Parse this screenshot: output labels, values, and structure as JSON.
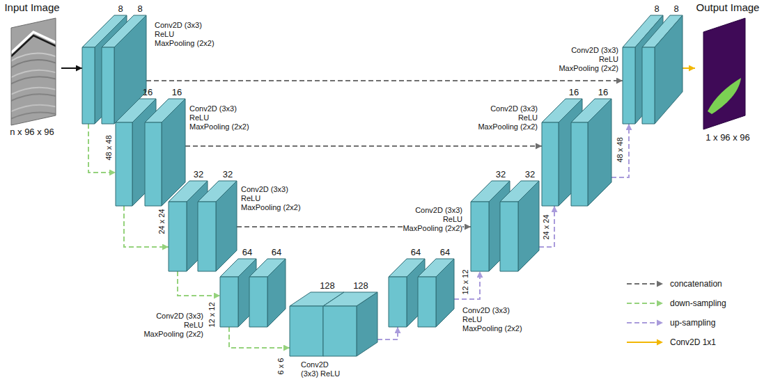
{
  "diagram": {
    "nodes": [
      {
        "text": [
          "Input Image",
          "n x 96 x 96"
        ]
      },
      {
        "text": [
          "8"
        ]
      },
      {
        "text": [
          "8"
        ]
      },
      {
        "text": [
          "16"
        ]
      },
      {
        "text": [
          "16"
        ]
      },
      {
        "text": [
          "32"
        ]
      },
      {
        "text": [
          "32"
        ]
      },
      {
        "text": [
          "64"
        ]
      },
      {
        "text": [
          "64"
        ]
      },
      {
        "text": [
          "128"
        ]
      },
      {
        "text": [
          "128"
        ]
      },
      {
        "text": [
          "64"
        ]
      },
      {
        "text": [
          "64"
        ]
      },
      {
        "text": [
          "32"
        ]
      },
      {
        "text": [
          "32"
        ]
      },
      {
        "text": [
          "16"
        ]
      },
      {
        "text": [
          "16"
        ]
      },
      {
        "text": [
          "8"
        ]
      },
      {
        "text": [
          "8"
        ]
      },
      {
        "text": [
          "Output Image",
          "1 x 96 x 96"
        ]
      }
    ],
    "edges": [
      {
        "from": 0,
        "to": 1,
        "arrow": "to"
      },
      {
        "from": 2,
        "to": 17,
        "arrow": "to"
      },
      {
        "from": 4,
        "to": 15,
        "arrow": "to"
      },
      {
        "from": 6,
        "to": 13,
        "arrow": "to"
      },
      {
        "from": 1,
        "to": 3,
        "arrow": "to"
      },
      {
        "from": 3,
        "to": 5,
        "arrow": "to"
      },
      {
        "from": 5,
        "to": 7,
        "arrow": "to"
      },
      {
        "from": 7,
        "to": 9,
        "arrow": "to"
      },
      {
        "from": 10,
        "to": 11,
        "arrow": "to"
      },
      {
        "from": 12,
        "to": 13,
        "arrow": "to"
      },
      {
        "from": 14,
        "to": 15,
        "arrow": "to"
      },
      {
        "from": 16,
        "to": 17,
        "arrow": "to"
      },
      {
        "from": 18,
        "to": 19,
        "arrow": "to"
      }
    ],
    "labels": [
      "Conv2D (3x3) ReLU MaxPooling (2x2)",
      "Conv2D (3x3) ReLU MaxPooling (2x2)",
      "48 x 48",
      "Conv2D (3x3) ReLU MaxPooling (2x2)",
      "24 x 24",
      "Conv2D (3x3) ReLU MaxPooling (2x2)",
      "12 x 12",
      "6 x 6",
      "Conv2D (3x3) ReLU",
      "Conv2D (3x3) ReLU MaxPooling (2x2)",
      "12 x 12",
      "Conv2D (3x3) ReLU MaxPooling (2x2)",
      "24 x 24",
      "Conv2D (3x3) ReLU MaxPooling (2x2)",
      "48 x 48",
      "Conv2D (3x3) ReLU MaxPooling (2x2)"
    ],
    "legend": [
      {
        "text": "concatenation"
      },
      {
        "text": "down-sampling"
      },
      {
        "text": "up-sampling"
      },
      {
        "text": "Conv2D 1x1"
      }
    ]
  }
}
